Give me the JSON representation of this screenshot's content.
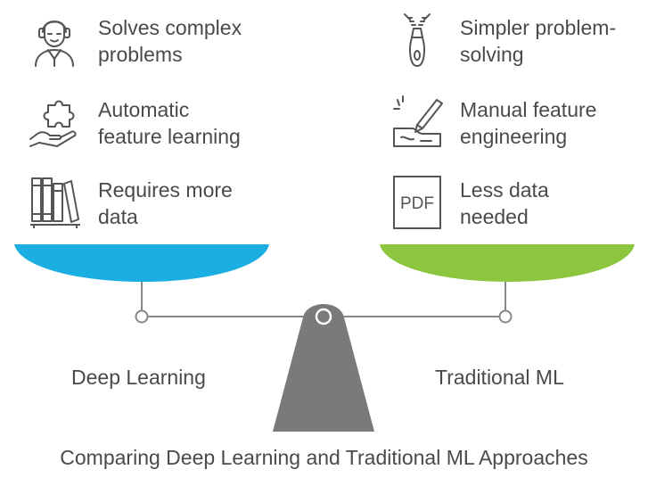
{
  "left": {
    "name": "Deep Learning",
    "color": "#1aaee3",
    "items": [
      {
        "line1": "Solves complex",
        "line2": "problems",
        "icon": "person-headset-icon"
      },
      {
        "line1": "Automatic",
        "line2": "feature learning",
        "icon": "puzzle-hand-icon"
      },
      {
        "line1": "Requires more",
        "line2": "data",
        "icon": "books-icon"
      }
    ]
  },
  "right": {
    "name": "Traditional ML",
    "color": "#8cc63f",
    "items": [
      {
        "line1": "Simpler problem-",
        "line2": "solving",
        "icon": "zipper-icon"
      },
      {
        "line1": "Manual feature",
        "line2": "engineering",
        "icon": "carving-tool-icon"
      },
      {
        "line1": "Less data",
        "line2": "needed",
        "icon": "pdf-icon",
        "icon_text": "PDF"
      }
    ]
  },
  "caption": "Comparing Deep Learning and Traditional ML Approaches",
  "colors": {
    "line": "#888888",
    "fulcrum": "#7a7a7a",
    "text": "#4a4a4a"
  }
}
